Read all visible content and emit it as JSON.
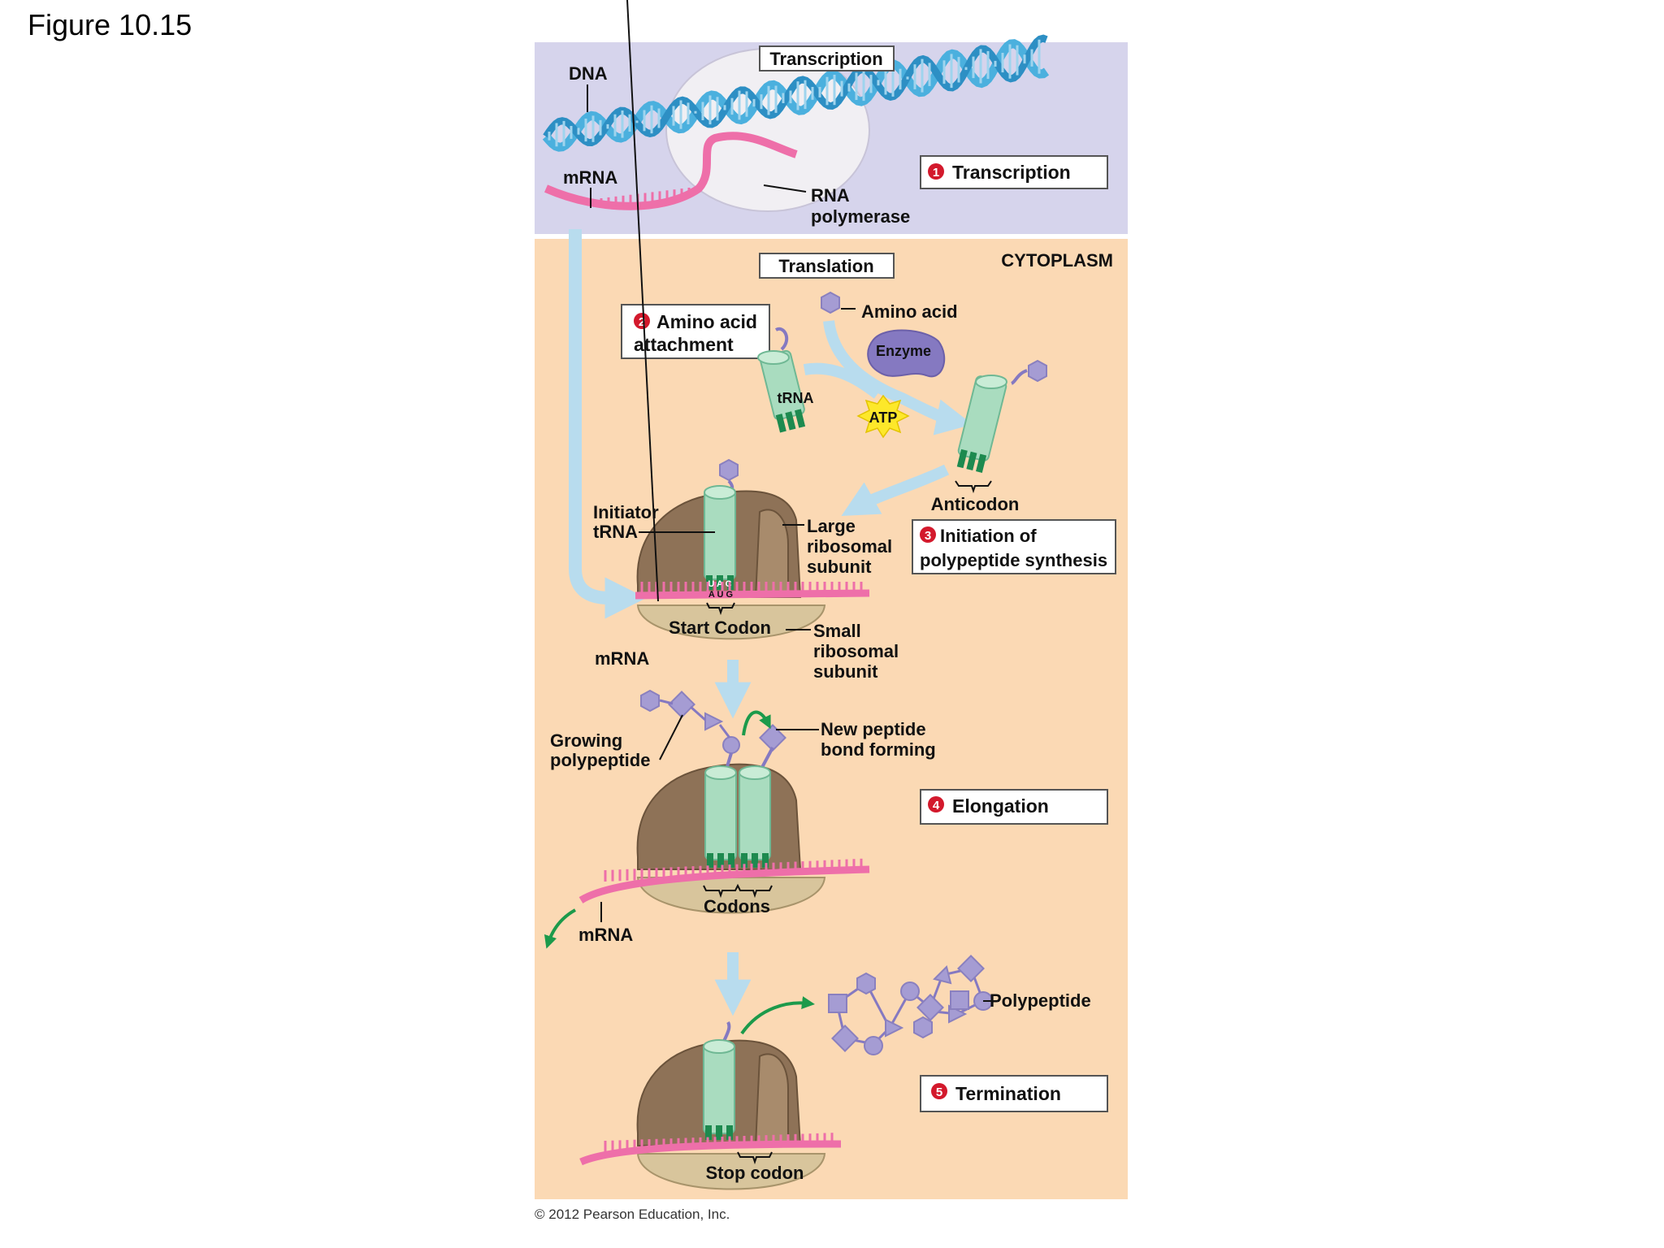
{
  "figure_title": "Figure 10.15",
  "colors": {
    "nucleus_bg": "#d6d4ec",
    "cytoplasm_bg": "#fbd9b4",
    "dna": "#4bb0de",
    "mrna": "#ee6fa9",
    "trna": "#a9dcbf",
    "trna_dark": "#1d8a4f",
    "ribosome_large": "#8e7257",
    "ribosome_small": "#d8c59c",
    "enzyme": "#8579c1",
    "amino_acid": "#a59cd3",
    "atp": "#fde82a",
    "arrow": "#b8dcee",
    "step_number": "#d3192c",
    "green_arrow": "#1c9a4b"
  },
  "headers": {
    "transcription": "Transcription",
    "translation": "Translation",
    "cytoplasm": "CYTOPLASM"
  },
  "steps": [
    {
      "number": "1",
      "lines": [
        "Transcription"
      ]
    },
    {
      "number": "2",
      "lines": [
        "Amino acid",
        "attachment"
      ]
    },
    {
      "number": "3",
      "lines": [
        "Initiation of",
        "polypeptide synthesis"
      ]
    },
    {
      "number": "4",
      "lines": [
        "Elongation"
      ]
    },
    {
      "number": "5",
      "lines": [
        "Termination"
      ]
    }
  ],
  "labels": {
    "dna": "DNA",
    "mrna_top": "mRNA",
    "rna_polymerase": [
      "RNA",
      "polymerase"
    ],
    "amino_acid": "Amino acid",
    "enzyme": "Enzyme",
    "trna": "tRNA",
    "atp": "ATP",
    "anticodon": "Anticodon",
    "initiator_trna": [
      "Initiator",
      "tRNA"
    ],
    "large_subunit": [
      "Large",
      "ribosomal",
      "subunit"
    ],
    "small_subunit": [
      "Small",
      "ribosomal",
      "subunit"
    ],
    "start_codon": "Start Codon",
    "mrna_init": "mRNA",
    "uac": "U A C",
    "aug": "A U G",
    "growing_polypeptide": [
      "Growing",
      "polypeptide"
    ],
    "new_peptide_bond": [
      "New peptide",
      "bond forming"
    ],
    "codons": "Codons",
    "mrna_elong": "mRNA",
    "polypeptide": "Polypeptide",
    "stop_codon": "Stop codon"
  },
  "copyright": "© 2012 Pearson Education, Inc."
}
